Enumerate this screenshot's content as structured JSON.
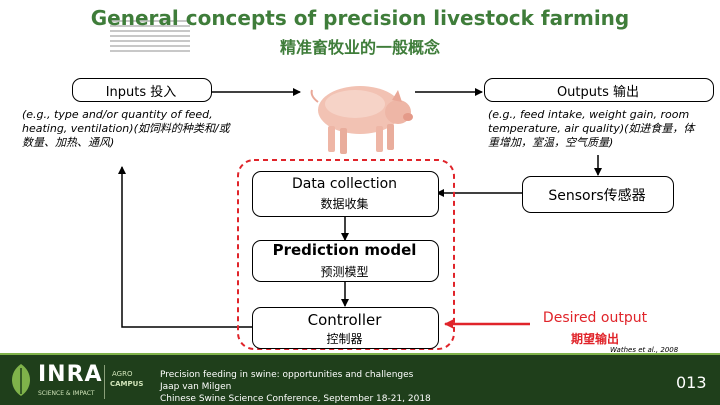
{
  "title": {
    "en": "General concepts of precision livestock farming",
    "zh": "精准畜牧业的一般概念"
  },
  "inputs": {
    "label": "Inputs 投入",
    "desc_line1": "(e.g., type and/or quantity of feed,",
    "desc_line2": "heating, ventilation)(如饲料的种类和/或",
    "desc_line3": "数量、加热、通风)"
  },
  "outputs": {
    "label": "Outputs 输出",
    "desc_line1": "(e.g., feed intake, weight gain, room",
    "desc_line2": "temperature, air quality)(如进食量，体",
    "desc_line3": "重增加，室温，空气质量)"
  },
  "data_collection": {
    "en": "Data collection",
    "zh": "数据收集"
  },
  "sensors": {
    "label": "Sensors传感器"
  },
  "prediction_model": {
    "en": "Prediction model",
    "zh": "预测模型"
  },
  "controller": {
    "en": "Controller",
    "zh": "控制器"
  },
  "desired_output": {
    "en": "Desired output",
    "zh": "期望输出"
  },
  "citation": "Wathes et al., 2008",
  "footer": {
    "logo_inra": "INRA",
    "logo_sub": "SCIENCE & IMPACT",
    "campus_logo_line1": "AGRO",
    "campus_logo_line2": "CAMPUS",
    "line1": "Precision feeding in swine: opportunities and challenges",
    "line2": "Jaap van Milgen",
    "line3": "Chinese Swine Science Conference, September 18-21, 2018",
    "page": "013"
  },
  "colors": {
    "title": "#3f7d3a",
    "red": "#e0242a",
    "footer_bg": "#1f3f1b",
    "arrow": "#000000"
  }
}
